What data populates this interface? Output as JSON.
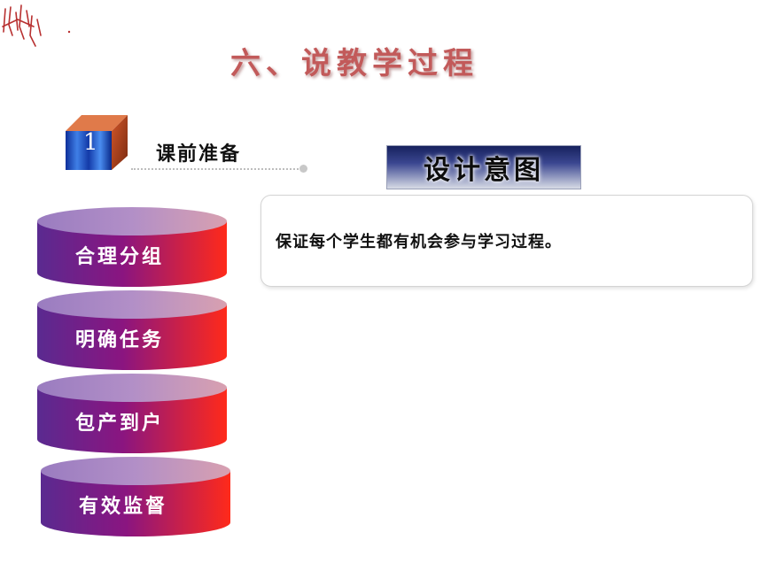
{
  "title": "六、说教学过程",
  "section": {
    "number": "1",
    "label": "课前准备"
  },
  "intent": {
    "header": "设计意图",
    "text": "保证每个学生都有机会参与学习过程。"
  },
  "steps": [
    {
      "label": "合理分组"
    },
    {
      "label": "明确任务"
    },
    {
      "label": "包产到户"
    },
    {
      "label": "有效监督"
    }
  ],
  "colors": {
    "title": "#c25a5a",
    "cylinder_left": "#5a2a90",
    "cylinder_mid": "#8a1580",
    "cylinder_right": "#ff2a1a",
    "cylinder_top": "#b28fc7",
    "header_dark": "#17225e"
  }
}
